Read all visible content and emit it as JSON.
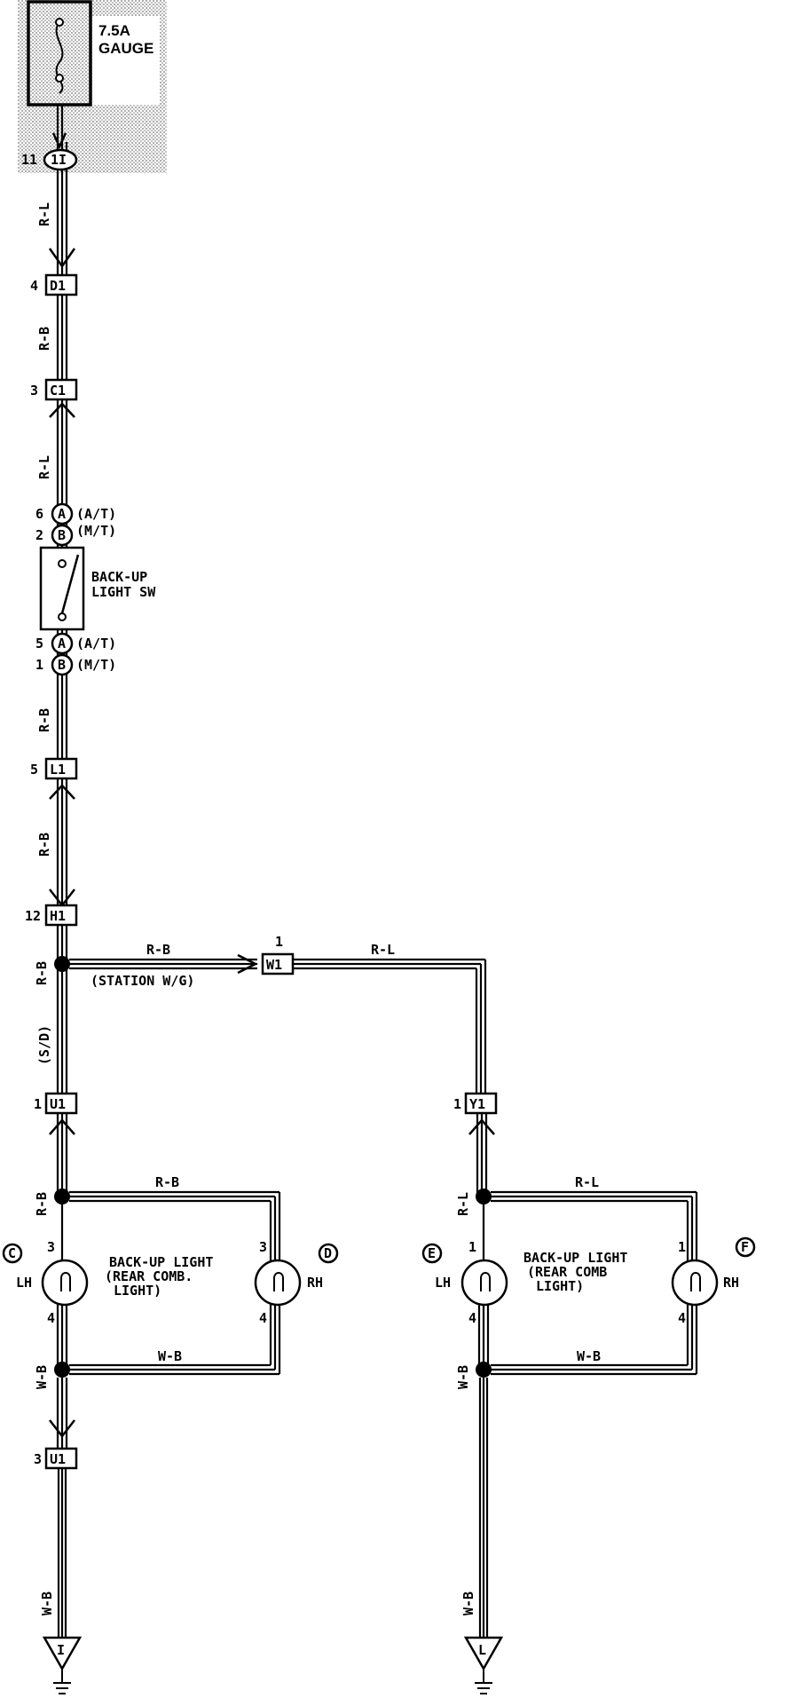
{
  "fuse": {
    "rating": "7.5A",
    "name": "GAUGE"
  },
  "connectors": {
    "top_pin": "11",
    "top_id": "1I",
    "d1_pin": "4",
    "d1_id": "D1",
    "c1_pin": "3",
    "c1_id": "C1",
    "sw_in_a_pin": "6",
    "sw_in_a": "A",
    "sw_in_a_note": "(A/T)",
    "sw_in_b_pin": "2",
    "sw_in_b": "B",
    "sw_in_b_note": "(M/T)",
    "sw_out_a_pin": "5",
    "sw_out_a": "A",
    "sw_out_a_note": "(A/T)",
    "sw_out_b_pin": "1",
    "sw_out_b": "B",
    "sw_out_b_note": "(M/T)",
    "l1_pin": "5",
    "l1_id": "L1",
    "h1_pin": "12",
    "h1_id": "H1",
    "w1_pin": "1",
    "w1_id": "W1",
    "u1_pin": "1",
    "u1_id": "U1",
    "y1_pin": "1",
    "y1_id": "Y1",
    "u1b_pin": "3",
    "u1b_id": "U1"
  },
  "switch": {
    "line1": "BACK-UP",
    "line2": "LIGHT SW"
  },
  "wires": {
    "rl_top": "R-L",
    "rb_d1": "R-B",
    "rl_c1": "R-L",
    "rb_sw": "R-B",
    "rb_l1": "R-B",
    "rb_h1": "R-B",
    "rb_branch": "R-B",
    "rl_branch": "R-L",
    "station": "(STATION W/G)",
    "sd": "(S/D)",
    "rb_left": "R-B",
    "rb_left_top": "R-B",
    "rl_right": "R-L",
    "rl_right_top": "R-L",
    "wb_left": "W-B",
    "wb_left_mid": "W-B",
    "wb_right": "W-B",
    "wb_right_mid": "W-B",
    "wb_left_bottom": "W-B",
    "wb_right_bottom": "W-B"
  },
  "lights": {
    "c_letter": "C",
    "c_side": "LH",
    "c_top_pin": "3",
    "c_bot_pin": "4",
    "d_letter": "D",
    "d_side": "RH",
    "d_top_pin": "3",
    "d_bot_pin": "4",
    "e_letter": "E",
    "e_side": "LH",
    "e_top_pin": "1",
    "e_bot_pin": "4",
    "f_letter": "F",
    "f_side": "RH",
    "f_top_pin": "1",
    "f_bot_pin": "4",
    "left_label_1": "BACK-UP LIGHT",
    "left_label_2": "(REAR COMB.",
    "left_label_3": "LIGHT)",
    "right_label_1": "BACK-UP LIGHT",
    "right_label_2": "(REAR COMB",
    "right_label_3": "LIGHT)"
  },
  "grounds": {
    "left": "I",
    "right": "L"
  }
}
